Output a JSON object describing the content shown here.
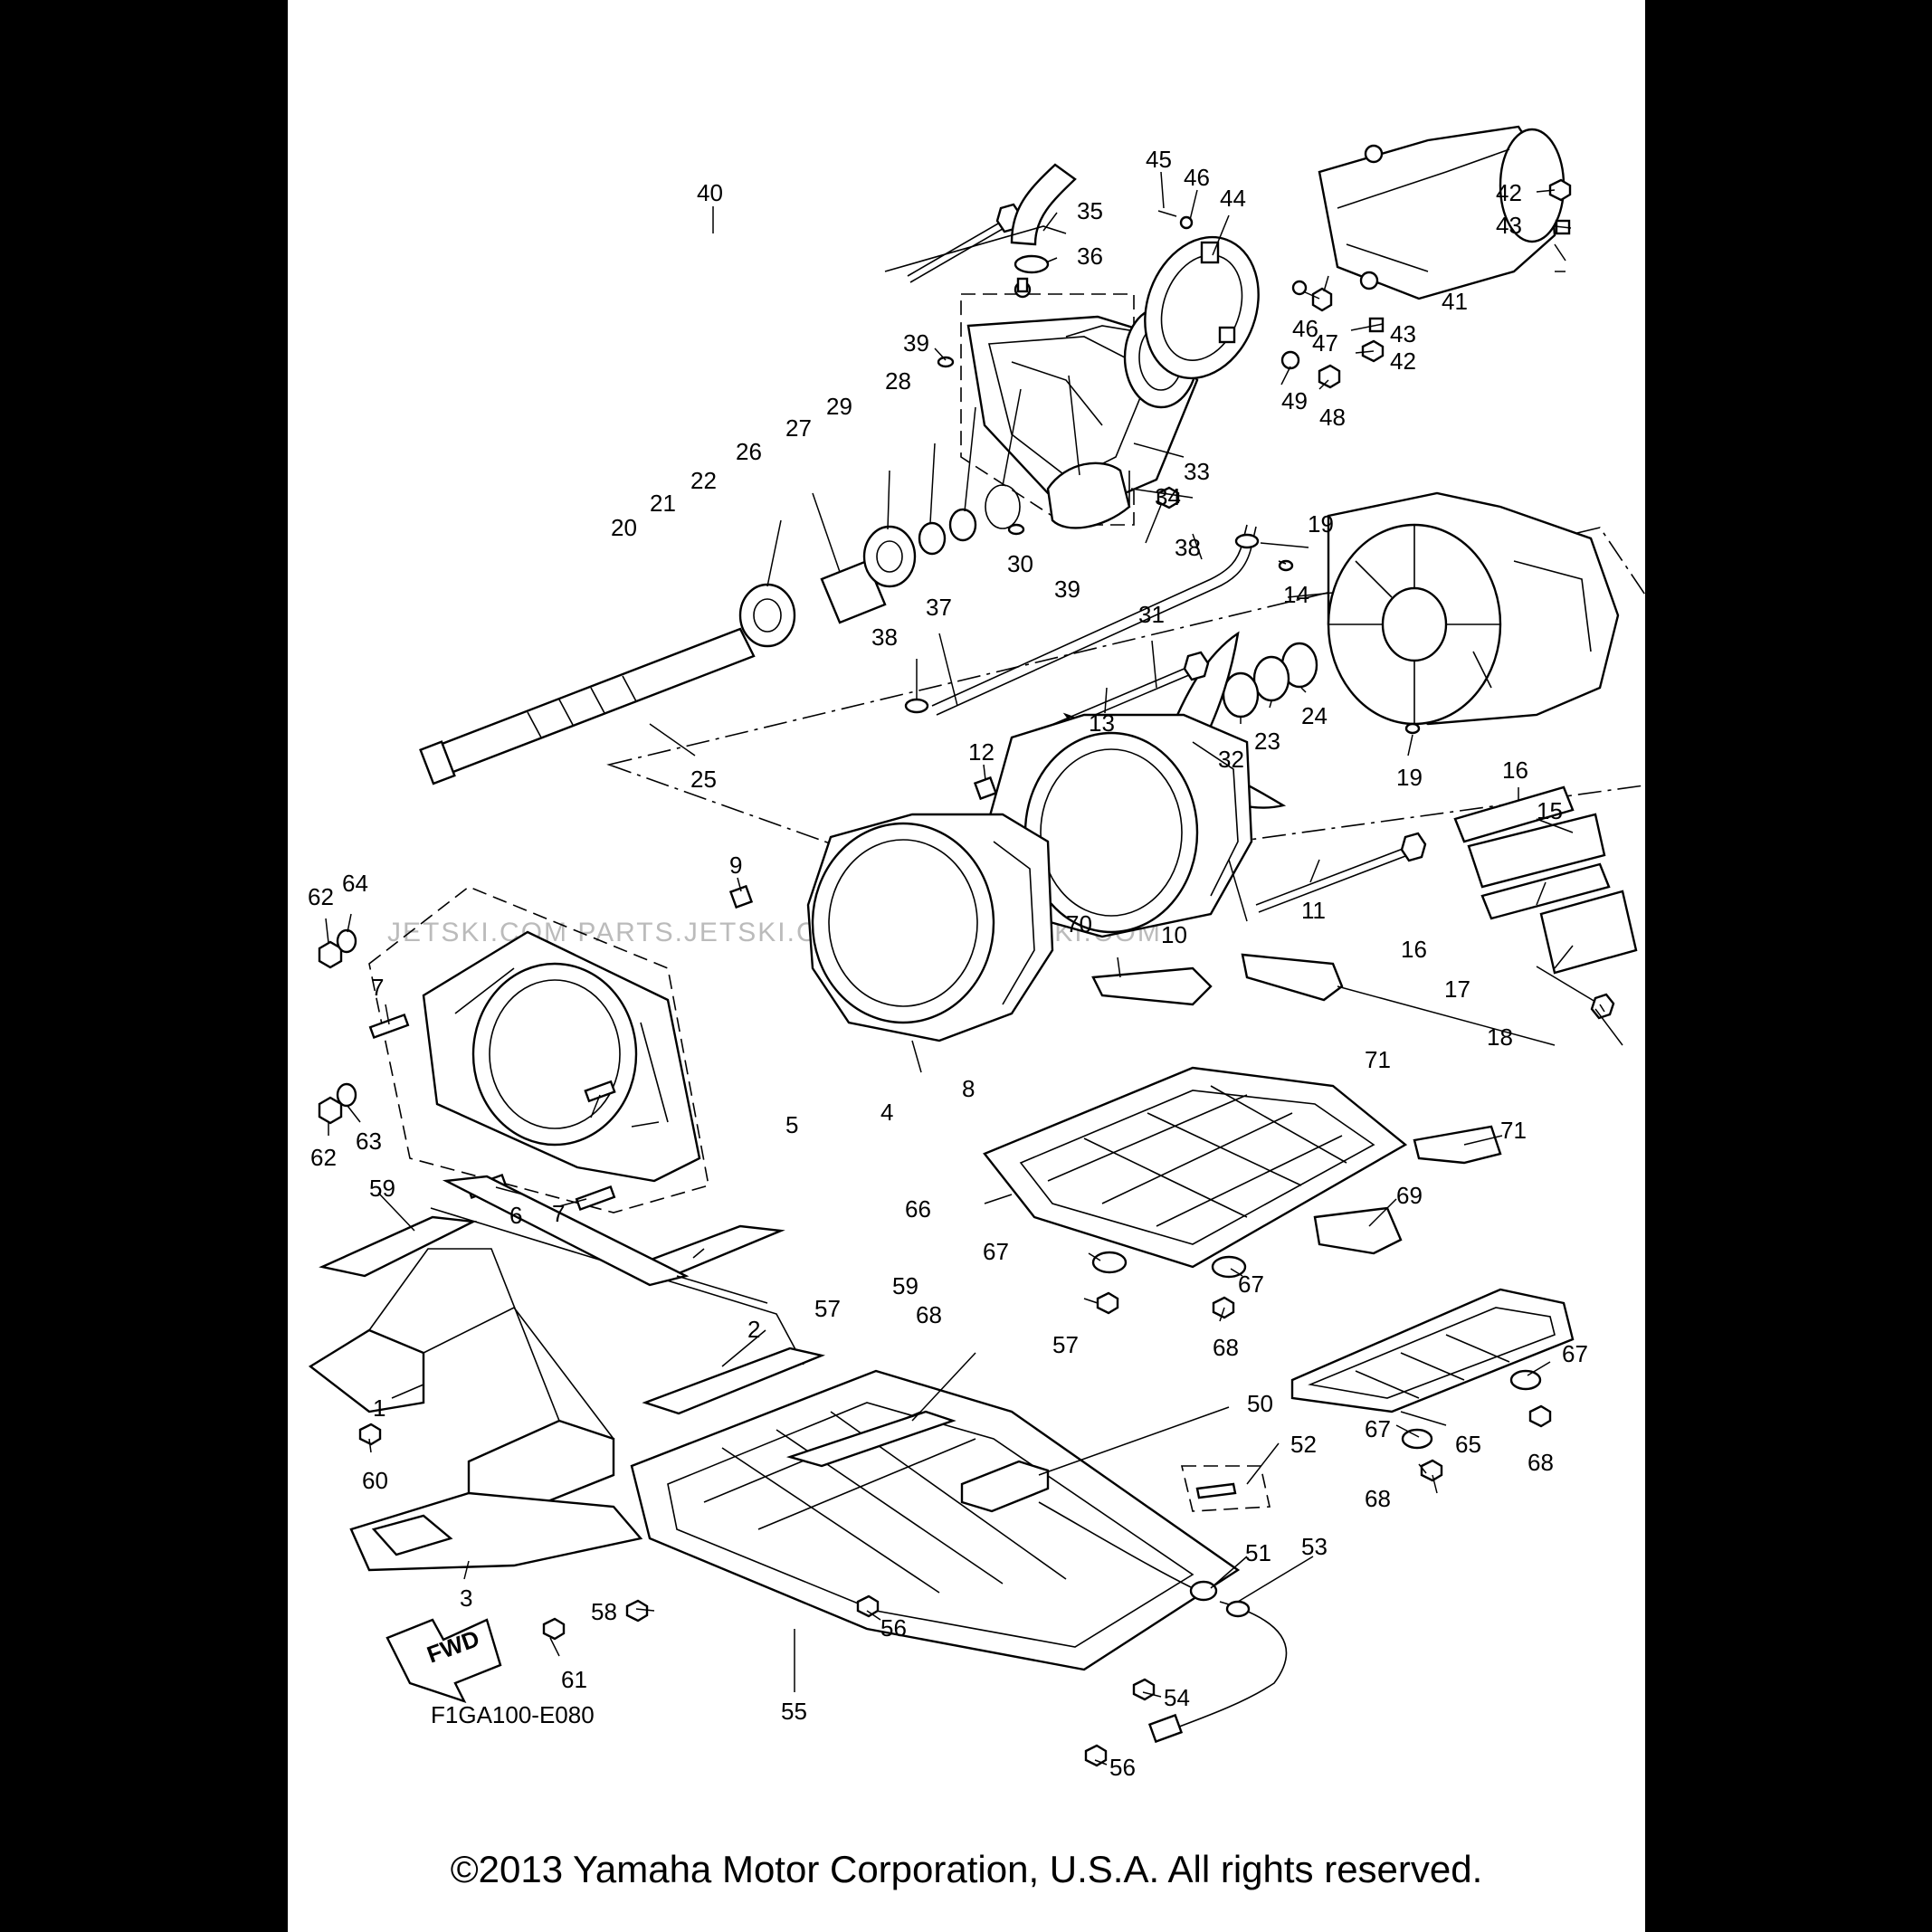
{
  "figure_code": "F1GA100-E080",
  "copyright": "©2013 Yamaha Motor Corporation, U.S.A. All rights reserved.",
  "watermark": "JETSKI.COM   PARTS.JETSKI.COM   PARTS.JETSKI.COM",
  "fwd_label": "FWD",
  "callouts": [
    {
      "id": "c40",
      "text": "40"
    },
    {
      "id": "c35",
      "text": "35"
    },
    {
      "id": "c36",
      "text": "36"
    },
    {
      "id": "c45",
      "text": "45"
    },
    {
      "id": "c46a",
      "text": "46"
    },
    {
      "id": "c44",
      "text": "44"
    },
    {
      "id": "c42a",
      "text": "42"
    },
    {
      "id": "c43a",
      "text": "43"
    },
    {
      "id": "c41",
      "text": "41"
    },
    {
      "id": "c46b",
      "text": "46"
    },
    {
      "id": "c47",
      "text": "47"
    },
    {
      "id": "c43b",
      "text": "43"
    },
    {
      "id": "c42b",
      "text": "42"
    },
    {
      "id": "c49",
      "text": "49"
    },
    {
      "id": "c48",
      "text": "48"
    },
    {
      "id": "c39a",
      "text": "39"
    },
    {
      "id": "c28",
      "text": "28"
    },
    {
      "id": "c29",
      "text": "29"
    },
    {
      "id": "c27",
      "text": "27"
    },
    {
      "id": "c26",
      "text": "26"
    },
    {
      "id": "c22",
      "text": "22"
    },
    {
      "id": "c21",
      "text": "21"
    },
    {
      "id": "c20",
      "text": "20"
    },
    {
      "id": "c33",
      "text": "33"
    },
    {
      "id": "c34",
      "text": "34"
    },
    {
      "id": "c30",
      "text": "30"
    },
    {
      "id": "c39b",
      "text": "39"
    },
    {
      "id": "c38a",
      "text": "38"
    },
    {
      "id": "c19a",
      "text": "19"
    },
    {
      "id": "c14",
      "text": "14"
    },
    {
      "id": "c37",
      "text": "37"
    },
    {
      "id": "c38b",
      "text": "38"
    },
    {
      "id": "c31",
      "text": "31"
    },
    {
      "id": "c13",
      "text": "13"
    },
    {
      "id": "c24",
      "text": "24"
    },
    {
      "id": "c23",
      "text": "23"
    },
    {
      "id": "c32",
      "text": "32"
    },
    {
      "id": "c19b",
      "text": "19"
    },
    {
      "id": "c25",
      "text": "25"
    },
    {
      "id": "c12",
      "text": "12"
    },
    {
      "id": "c16a",
      "text": "16"
    },
    {
      "id": "c15",
      "text": "15"
    },
    {
      "id": "c9",
      "text": "9"
    },
    {
      "id": "c62a",
      "text": "62"
    },
    {
      "id": "c64",
      "text": "64"
    },
    {
      "id": "c11",
      "text": "11"
    },
    {
      "id": "c16b",
      "text": "16"
    },
    {
      "id": "c70",
      "text": "70"
    },
    {
      "id": "c10",
      "text": "10"
    },
    {
      "id": "c17",
      "text": "17"
    },
    {
      "id": "c7a",
      "text": "7"
    },
    {
      "id": "c18",
      "text": "18"
    },
    {
      "id": "c71a",
      "text": "71"
    },
    {
      "id": "c8",
      "text": "8"
    },
    {
      "id": "c62b",
      "text": "62"
    },
    {
      "id": "c63",
      "text": "63"
    },
    {
      "id": "c5",
      "text": "5"
    },
    {
      "id": "c4",
      "text": "4"
    },
    {
      "id": "c71b",
      "text": "71"
    },
    {
      "id": "c66",
      "text": "66"
    },
    {
      "id": "c59a",
      "text": "59"
    },
    {
      "id": "c6",
      "text": "6"
    },
    {
      "id": "c7b",
      "text": "7"
    },
    {
      "id": "c69",
      "text": "69"
    },
    {
      "id": "c67a",
      "text": "67"
    },
    {
      "id": "c59b",
      "text": "59"
    },
    {
      "id": "c67b",
      "text": "67"
    },
    {
      "id": "c2",
      "text": "2"
    },
    {
      "id": "c68a",
      "text": "68"
    },
    {
      "id": "c57a",
      "text": "57"
    },
    {
      "id": "c68b",
      "text": "68"
    },
    {
      "id": "c57b",
      "text": "57"
    },
    {
      "id": "c67c",
      "text": "67"
    },
    {
      "id": "c1",
      "text": "1"
    },
    {
      "id": "c50",
      "text": "50"
    },
    {
      "id": "c67d",
      "text": "67"
    },
    {
      "id": "c65",
      "text": "65"
    },
    {
      "id": "c68c",
      "text": "68"
    },
    {
      "id": "c52",
      "text": "52"
    },
    {
      "id": "c60",
      "text": "60"
    },
    {
      "id": "c68d",
      "text": "68"
    },
    {
      "id": "c53",
      "text": "53"
    },
    {
      "id": "c51",
      "text": "51"
    },
    {
      "id": "c3",
      "text": "3"
    },
    {
      "id": "c58",
      "text": "58"
    },
    {
      "id": "c56a",
      "text": "56"
    },
    {
      "id": "c61",
      "text": "61"
    },
    {
      "id": "c54",
      "text": "54"
    },
    {
      "id": "c55",
      "text": "55"
    },
    {
      "id": "c56b",
      "text": "56"
    }
  ]
}
